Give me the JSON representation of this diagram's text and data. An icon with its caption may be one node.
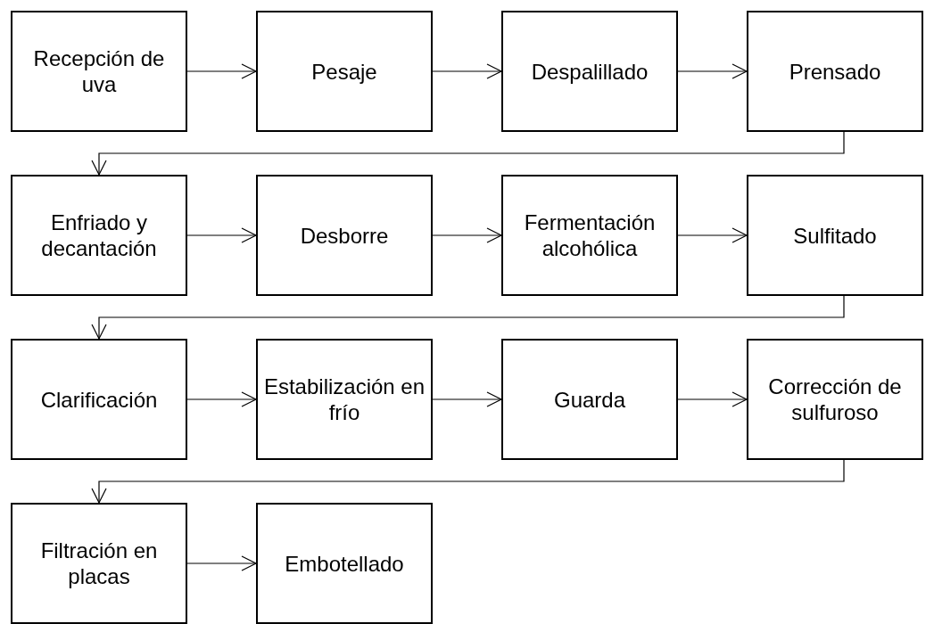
{
  "diagram": {
    "nodes": [
      {
        "text": [
          "Recepción de uva"
        ]
      },
      {
        "text": [
          "Pesaje"
        ]
      },
      {
        "text": [
          "Despalillado"
        ]
      },
      {
        "text": [
          "Prensado"
        ]
      },
      {
        "text": [
          "Enfriado y decantación"
        ]
      },
      {
        "text": [
          "Desborre"
        ]
      },
      {
        "text": [
          "Fermentación alcohólica"
        ]
      },
      {
        "text": [
          "Sulfitado"
        ]
      },
      {
        "text": [
          "Clarificación"
        ]
      },
      {
        "text": [
          "Estabilización en frío"
        ]
      },
      {
        "text": [
          "Guarda"
        ]
      },
      {
        "text": [
          "Corrección de sulfuroso"
        ]
      },
      {
        "text": [
          "Filtración en placas"
        ]
      },
      {
        "text": [
          "Embotellado"
        ]
      }
    ],
    "edges": [
      {
        "from": 0,
        "to": 1,
        "arrow": "to"
      },
      {
        "from": 1,
        "to": 2,
        "arrow": "to"
      },
      {
        "from": 2,
        "to": 3,
        "arrow": "to"
      },
      {
        "from": 3,
        "to": 4,
        "arrow": "to"
      },
      {
        "from": 4,
        "to": 5,
        "arrow": "to"
      },
      {
        "from": 5,
        "to": 6,
        "arrow": "to"
      },
      {
        "from": 6,
        "to": 7,
        "arrow": "to"
      },
      {
        "from": 7,
        "to": 8,
        "arrow": "to"
      },
      {
        "from": 8,
        "to": 9,
        "arrow": "to"
      },
      {
        "from": 9,
        "to": 10,
        "arrow": "to"
      },
      {
        "from": 10,
        "to": 11,
        "arrow": "to"
      },
      {
        "from": 11,
        "to": 12,
        "arrow": "to"
      },
      {
        "from": 12,
        "to": 13,
        "arrow": "to"
      }
    ]
  }
}
